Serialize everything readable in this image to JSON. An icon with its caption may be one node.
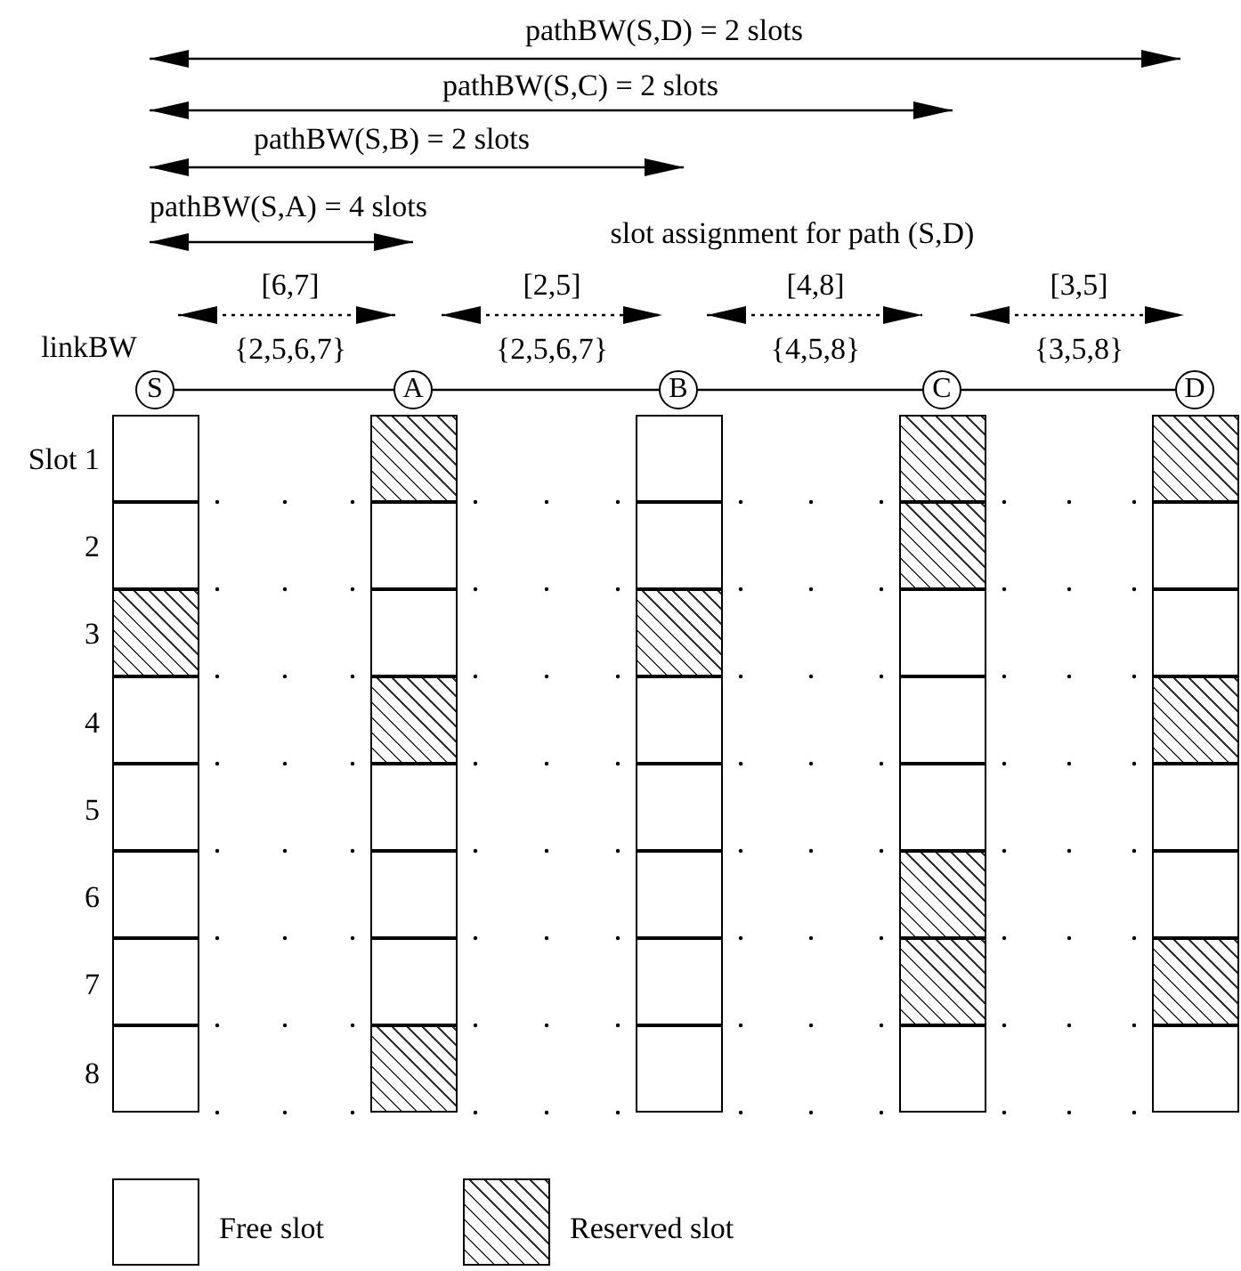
{
  "diagram": {
    "nodes": [
      {
        "text": [
          "S"
        ]
      },
      {
        "text": [
          "A"
        ]
      },
      {
        "text": [
          "B"
        ]
      },
      {
        "text": [
          "C"
        ]
      },
      {
        "text": [
          "D"
        ]
      },
      {
        "text": [],
        "shape": "box"
      },
      {
        "text": [],
        "shape": "box"
      },
      {
        "text": [],
        "shape": "hatched"
      },
      {
        "text": [],
        "shape": "box"
      },
      {
        "text": [],
        "shape": "box"
      },
      {
        "text": [],
        "shape": "box"
      },
      {
        "text": [],
        "shape": "box"
      },
      {
        "text": [],
        "shape": "box"
      },
      {
        "text": [],
        "shape": "hatched"
      },
      {
        "text": [],
        "shape": "box"
      },
      {
        "text": [],
        "shape": "box"
      },
      {
        "text": [],
        "shape": "hatched"
      },
      {
        "text": [],
        "shape": "box"
      },
      {
        "text": [],
        "shape": "box"
      },
      {
        "text": [],
        "shape": "box"
      },
      {
        "text": [],
        "shape": "hatched"
      },
      {
        "text": [],
        "shape": "box"
      },
      {
        "text": [],
        "shape": "box"
      },
      {
        "text": [],
        "shape": "hatched"
      },
      {
        "text": [],
        "shape": "box"
      },
      {
        "text": [],
        "shape": "box"
      },
      {
        "text": [],
        "shape": "box"
      },
      {
        "text": [],
        "shape": "box"
      },
      {
        "text": [],
        "shape": "box"
      },
      {
        "text": [],
        "shape": "hatched"
      },
      {
        "text": [],
        "shape": "hatched"
      },
      {
        "text": [],
        "shape": "box"
      },
      {
        "text": [],
        "shape": "box"
      },
      {
        "text": [],
        "shape": "box"
      },
      {
        "text": [],
        "shape": "hatched"
      },
      {
        "text": [],
        "shape": "hatched"
      },
      {
        "text": [],
        "shape": "box"
      },
      {
        "text": [],
        "shape": "hatched"
      },
      {
        "text": [],
        "shape": "box"
      },
      {
        "text": [],
        "shape": "box"
      },
      {
        "text": [],
        "shape": "hatched"
      },
      {
        "text": [],
        "shape": "box"
      },
      {
        "text": [],
        "shape": "box"
      },
      {
        "text": [],
        "shape": "hatched"
      },
      {
        "text": [],
        "shape": "box"
      }
    ],
    "edges": [
      {
        "from": 0,
        "to": 1,
        "arrow": "none"
      },
      {
        "from": 1,
        "to": 2,
        "arrow": "none"
      },
      {
        "from": 2,
        "to": 3,
        "arrow": "none"
      },
      {
        "from": 3,
        "to": 4,
        "arrow": "none"
      }
    ],
    "labels": [
      "pathBW(S,D) = 2 slots",
      "pathBW(S,C) = 2 slots",
      "pathBW(S,B) = 2 slots",
      "pathBW(S,A) = 4 slots",
      "slot assignment for path (S,D)",
      "[6,7]",
      "[2,5]",
      "[4,8]",
      "[3,5]",
      "linkBW",
      "{2,5,6,7}",
      "{2,5,6,7}",
      "{4,5,8}",
      "{3,5,8}",
      "Slot 1",
      "2",
      "3",
      "4",
      "5",
      "6",
      "7",
      "8"
    ],
    "legend": [
      {
        "text": "Free slot"
      },
      {
        "text": "Reserved slot"
      }
    ]
  }
}
